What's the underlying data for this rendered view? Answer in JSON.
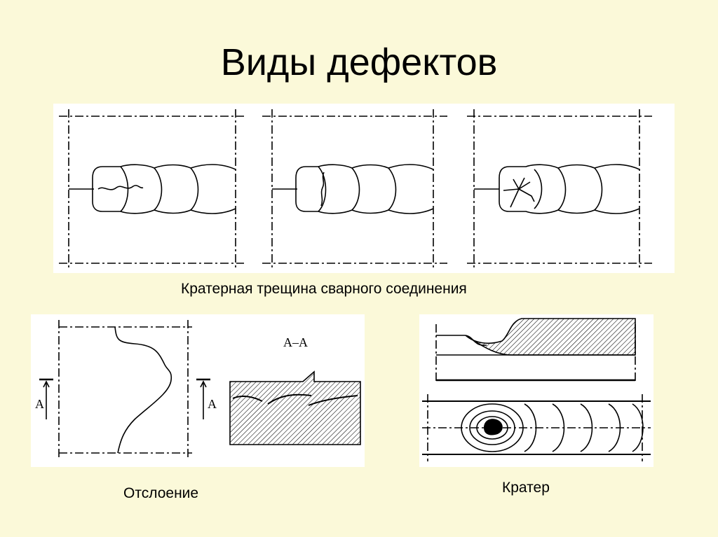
{
  "slide": {
    "title": "Виды дефектов"
  },
  "figure_top": {
    "caption": "Кратерная трещина сварного соединения"
  },
  "figure_delamination": {
    "caption": "Отслоение",
    "section_label": "А–А",
    "arrow_label_left": "А",
    "arrow_label_right": "А"
  },
  "figure_crater": {
    "caption": "Кратер"
  },
  "colors": {
    "background": "#fbf9d9",
    "panel": "#ffffff",
    "line": "#000000"
  }
}
